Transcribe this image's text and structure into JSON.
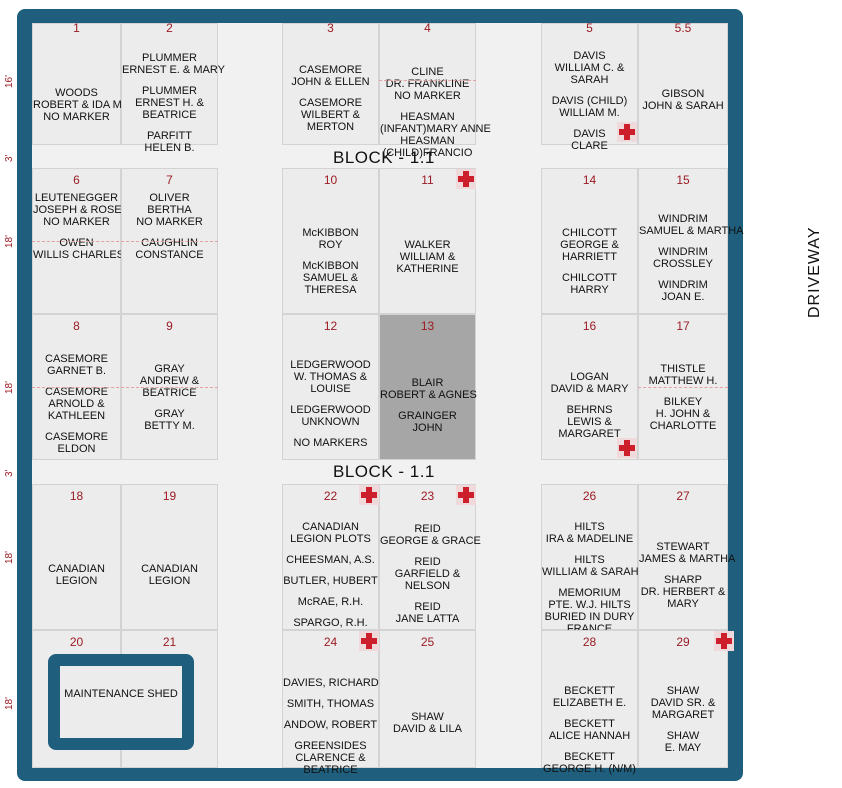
{
  "driveway_label": "DRIVEWAY",
  "block_labels": [
    "BLOCK - 1.1",
    "BLOCK - 1.1"
  ],
  "row_markers": [
    "16'",
    "3'",
    "18'",
    "18'",
    "3'",
    "18'",
    "18'"
  ],
  "maintenance_shed": "MAINTENANCE SHED",
  "colors": {
    "frame": "#1f5f7d",
    "plot_number": "#9b1c24",
    "cross": "#cc1f2b",
    "shaded_plot": "#a6a6a6"
  },
  "plots": [
    {
      "num": "1",
      "entries": [
        [
          "WOODS",
          "ROBERT & IDA MAY",
          "NO MARKER"
        ]
      ]
    },
    {
      "num": "2",
      "entries": [
        [
          "PLUMMER",
          "ERNEST E. & MARY"
        ],
        [
          "PLUMMER",
          "ERNEST H. &",
          "BEATRICE"
        ],
        [
          "PARFITT",
          "HELEN B."
        ]
      ]
    },
    {
      "num": "3",
      "entries": [
        [
          "CASEMORE",
          "JOHN & ELLEN"
        ],
        [
          "CASEMORE",
          "WILBERT &",
          "MERTON"
        ]
      ]
    },
    {
      "num": "4",
      "entries": [
        [
          "CLINE",
          "DR. FRANKLINE",
          "NO MARKER"
        ],
        [
          "HEASMAN",
          "(INFANT)MARY ANNE",
          "HEASMAN",
          "(CHILD)FRANCIO"
        ]
      ]
    },
    {
      "num": "5",
      "entries": [
        [
          "DAVIS",
          "WILLIAM C. &",
          "SARAH"
        ],
        [
          "DAVIS (CHILD)",
          "WILLIAM M."
        ],
        [
          "DAVIS",
          "CLARE"
        ]
      ]
    },
    {
      "num": "5.5",
      "entries": [
        [
          "GIBSON",
          "JOHN & SARAH"
        ]
      ]
    },
    {
      "num": "6",
      "entries": [
        [
          "LEUTENEGGER",
          "JOSEPH & ROSE",
          "NO MARKER"
        ],
        [
          "OWEN",
          "WILLIS CHARLES"
        ]
      ]
    },
    {
      "num": "7",
      "entries": [
        [
          "OLIVER",
          "BERTHA",
          "NO MARKER"
        ],
        [
          "CAUGHLIN",
          "CONSTANCE"
        ]
      ]
    },
    {
      "num": "10",
      "entries": [
        [
          "McKIBBON",
          "ROY"
        ],
        [
          "McKIBBON",
          "SAMUEL &",
          "THERESA"
        ]
      ]
    },
    {
      "num": "11",
      "entries": [
        [
          "WALKER",
          "WILLIAM &",
          "KATHERINE"
        ]
      ]
    },
    {
      "num": "14",
      "entries": [
        [
          "CHILCOTT",
          "GEORGE &",
          "HARRIETT"
        ],
        [
          "CHILCOTT",
          "HARRY"
        ]
      ]
    },
    {
      "num": "15",
      "entries": [
        [
          "WINDRIM",
          "SAMUEL & MARTHA"
        ],
        [
          "WINDRIM",
          "CROSSLEY"
        ],
        [
          "WINDRIM",
          "JOAN E."
        ]
      ]
    },
    {
      "num": "8",
      "entries": [
        [
          "CASEMORE",
          "GARNET B."
        ],
        [
          "CASEMORE",
          "ARNOLD &",
          "KATHLEEN"
        ],
        [
          "CASEMORE",
          "ELDON"
        ]
      ]
    },
    {
      "num": "9",
      "entries": [
        [
          "GRAY",
          "ANDREW &",
          "BEATRICE"
        ],
        [
          "GRAY",
          "BETTY M."
        ]
      ]
    },
    {
      "num": "12",
      "entries": [
        [
          "LEDGERWOOD",
          "W. THOMAS &",
          "LOUISE"
        ],
        [
          "LEDGERWOOD",
          "UNKNOWN"
        ],
        [
          "NO MARKERS"
        ]
      ]
    },
    {
      "num": "13",
      "entries": [
        [
          "BLAIR",
          "ROBERT & AGNES"
        ],
        [
          "GRAINGER",
          "JOHN"
        ]
      ]
    },
    {
      "num": "16",
      "entries": [
        [
          "LOGAN",
          "DAVID & MARY"
        ],
        [
          "BEHRNS",
          "LEWIS &",
          "MARGARET"
        ]
      ]
    },
    {
      "num": "17",
      "entries": [
        [
          "THISTLE",
          "MATTHEW H."
        ],
        [
          "BILKEY",
          "H. JOHN &",
          "CHARLOTTE"
        ]
      ]
    },
    {
      "num": "18",
      "entries": [
        [
          "CANADIAN",
          "LEGION"
        ]
      ]
    },
    {
      "num": "19",
      "entries": [
        [
          "CANADIAN",
          "LEGION"
        ]
      ]
    },
    {
      "num": "22",
      "entries": [
        [
          "CANADIAN",
          "LEGION PLOTS"
        ],
        [
          "CHEESMAN, A.S."
        ],
        [
          "BUTLER, HUBERT"
        ],
        [
          "McRAE, R.H."
        ],
        [
          "SPARGO, R.H."
        ]
      ]
    },
    {
      "num": "23",
      "entries": [
        [
          "REID",
          "GEORGE & GRACE"
        ],
        [
          "REID",
          "GARFIELD &",
          "NELSON"
        ],
        [
          "REID",
          "JANE LATTA"
        ]
      ]
    },
    {
      "num": "26",
      "entries": [
        [
          "HILTS",
          "IRA & MADELINE"
        ],
        [
          "HILTS",
          "WILLIAM & SARAH"
        ],
        [
          "MEMORIUM",
          "PTE. W.J. HILTS",
          "BURIED IN DURY",
          "FRANCE"
        ]
      ]
    },
    {
      "num": "27",
      "entries": [
        [
          "STEWART",
          "JAMES & MARTHA"
        ],
        [
          "SHARP",
          "DR. HERBERT &",
          "MARY"
        ]
      ]
    },
    {
      "num": "20",
      "entries": []
    },
    {
      "num": "21",
      "entries": []
    },
    {
      "num": "24",
      "entries": [
        [
          "DAVIES, RICHARD"
        ],
        [
          "SMITH, THOMAS"
        ],
        [
          "ANDOW, ROBERT"
        ],
        [
          "GREENSIDES",
          "CLARENCE &",
          "BEATRICE"
        ]
      ]
    },
    {
      "num": "25",
      "entries": [
        [
          "SHAW",
          "DAVID & LILA"
        ]
      ]
    },
    {
      "num": "28",
      "entries": [
        [
          "BECKETT",
          "ELIZABETH E."
        ],
        [
          "BECKETT",
          "ALICE HANNAH"
        ],
        [
          "BECKETT",
          "GEORGE H. (N/M)"
        ]
      ]
    },
    {
      "num": "29",
      "entries": [
        [
          "SHAW",
          "DAVID SR. &",
          "MARGARET"
        ],
        [
          "SHAW",
          "E. MAY"
        ]
      ]
    }
  ]
}
